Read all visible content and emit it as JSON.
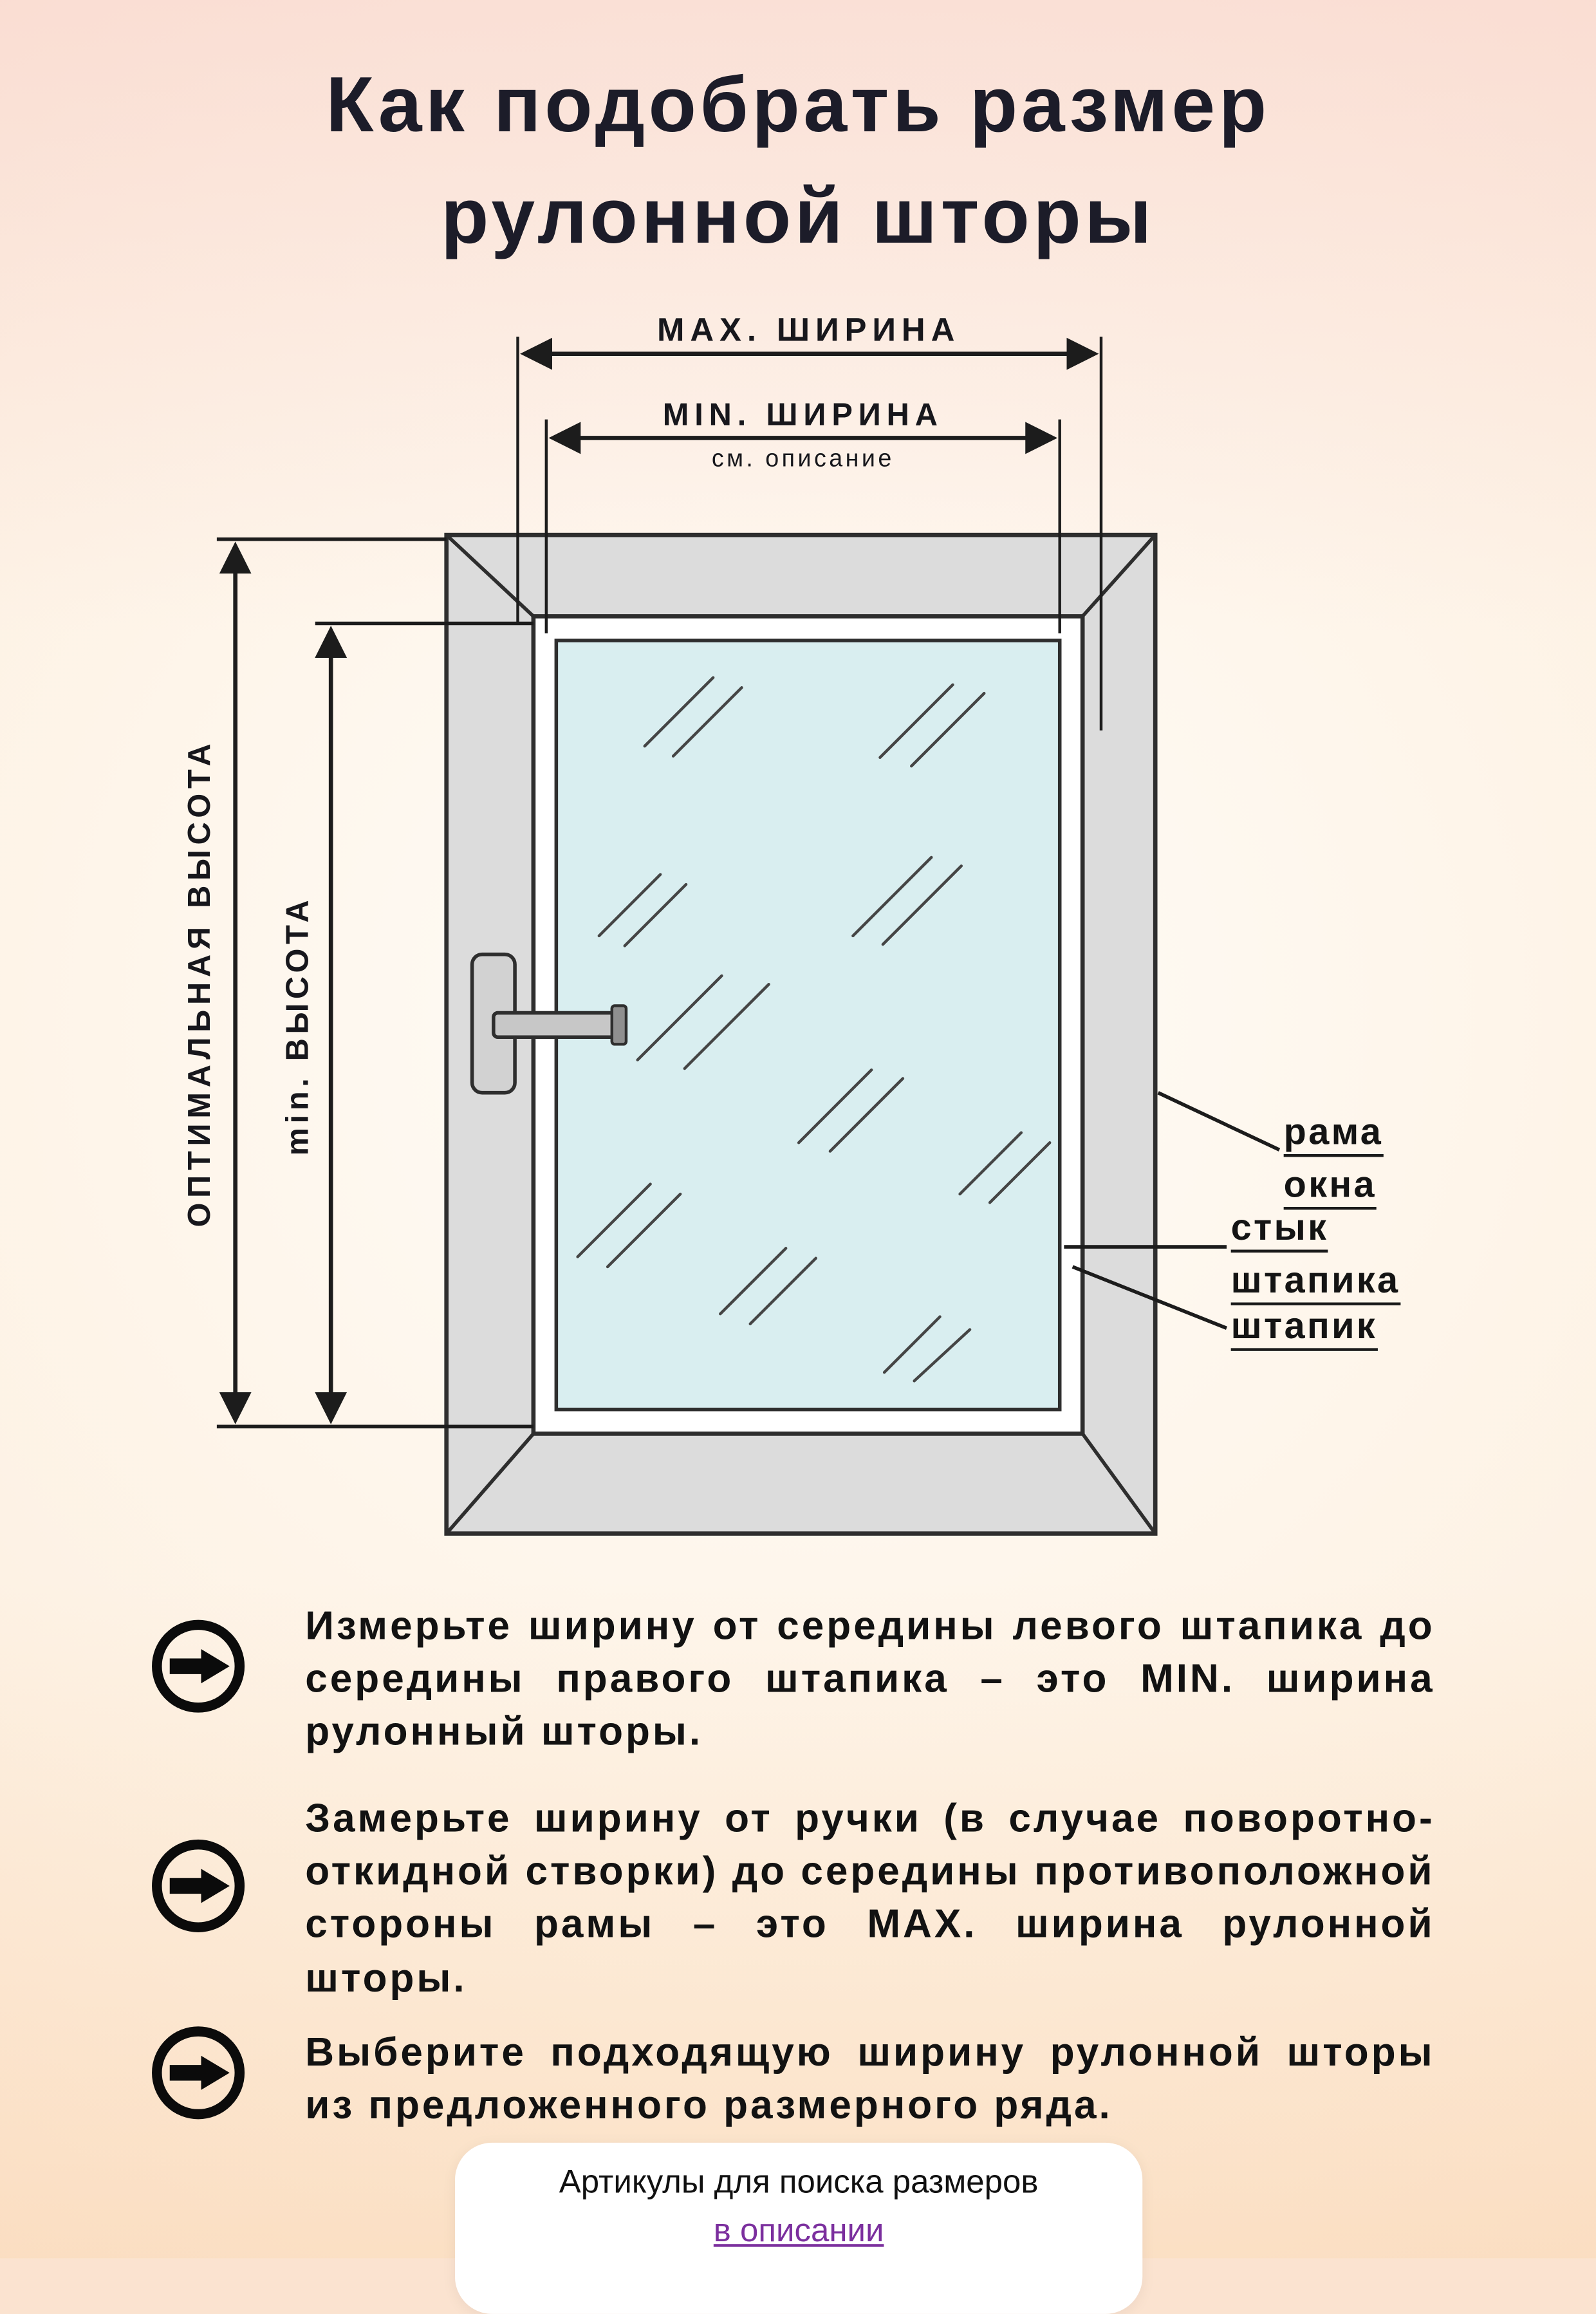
{
  "page": {
    "title_line1": "Как подобрать размер",
    "title_line2": "рулонной шторы"
  },
  "diagram": {
    "labels": {
      "max_width": "MAX. ШИРИНА",
      "min_width": "MIN. ШИРИНА",
      "min_width_note": "см. описание",
      "optimal_height": "ОПТИМАЛЬНАЯ ВЫСОТА",
      "min_height": "min. ВЫСОТА",
      "frame_line1": "рама",
      "frame_line2": "окна",
      "bead_joint_line1": "стык",
      "bead_joint_line2": "штапика",
      "bead": "штапик"
    },
    "colors": {
      "frame": "#dcdcdc",
      "sash": "#ffffff",
      "glass": "#d9eef0",
      "outline": "#2e2e2e"
    }
  },
  "steps": [
    {
      "text": "Измерьте ширину от середины левого штапика до середины правого штапика – это MIN. ширина рулонный шторы."
    },
    {
      "text": "Замерьте ширину от ручки (в случае поворотно-откидной створки) до середины противоположной стороны рамы – это MAX. ширина рулонной шторы."
    },
    {
      "text": "Выберите подходящую ширину рулонной шторы из предложенного размерного ряда."
    }
  ],
  "footer": {
    "line1": "Артикулы для поиска размеров",
    "link": "в описании",
    "link_color": "#7b2f9e"
  }
}
